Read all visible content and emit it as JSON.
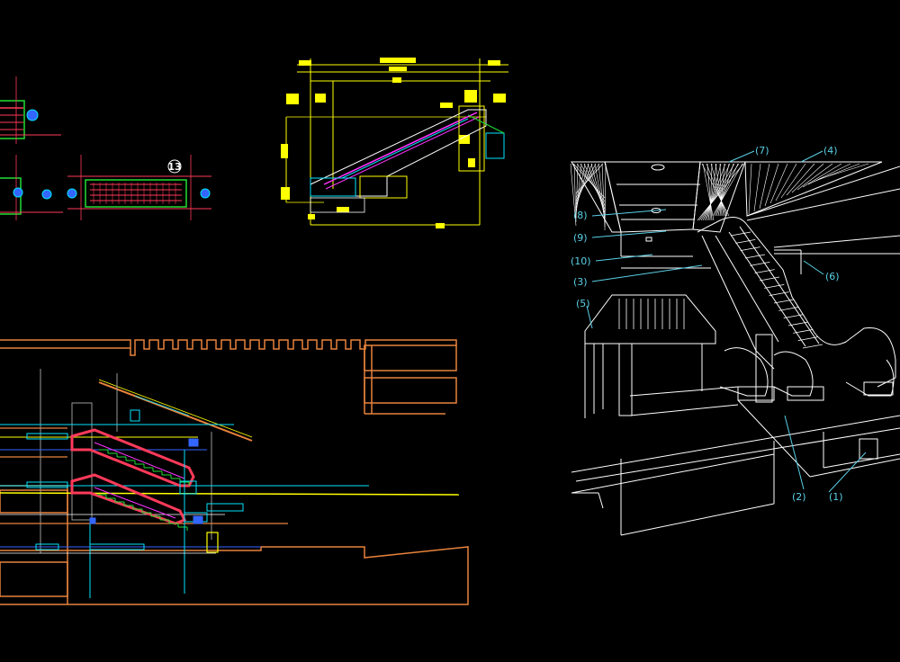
{
  "plan_detail": {
    "callout": "13"
  },
  "perspective": {
    "callouts": [
      {
        "id": "c1",
        "text": "(1)"
      },
      {
        "id": "c2",
        "text": "(2)"
      },
      {
        "id": "c3",
        "text": "(3)"
      },
      {
        "id": "c4",
        "text": "(4)"
      },
      {
        "id": "c5",
        "text": "(5)"
      },
      {
        "id": "c6",
        "text": "(6)"
      },
      {
        "id": "c7",
        "text": "(7)"
      },
      {
        "id": "c8",
        "text": "(8)"
      },
      {
        "id": "c9",
        "text": "(9)"
      },
      {
        "id": "c10",
        "text": "(10)"
      }
    ]
  },
  "colors": {
    "background": "#000000",
    "structure": "#e8823c",
    "dimension": "#ffff00",
    "handrail": "#ff3a5a",
    "cyan": "#00e5ff",
    "green": "#22dd33",
    "magenta": "#ff33ff",
    "white": "#ffffff",
    "blue": "#3366ff"
  }
}
